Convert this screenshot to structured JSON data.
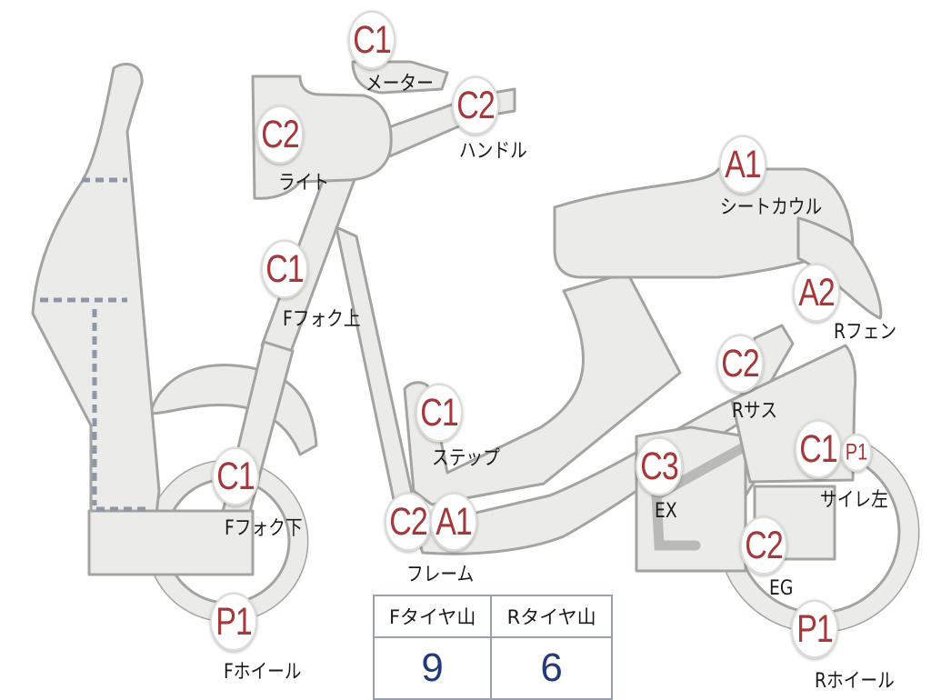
{
  "badges": {
    "meter": "C1",
    "handle": "C2",
    "light": "C2",
    "seat_cowl": "A1",
    "fork_upper": "C1",
    "rear_fender": "A2",
    "rear_suspension": "C2",
    "step": "C1",
    "muffler_left": "C1",
    "muffler_left_p": "P1",
    "exhaust": "C3",
    "fork_lower": "C1",
    "frame_c": "C2",
    "frame_a": "A1",
    "engine": "C2",
    "front_wheel": "P1",
    "rear_wheel": "P1"
  },
  "labels": {
    "meter": "メーター",
    "handle": "ハンドル",
    "light": "ライト",
    "seat_cowl": "シートカウル",
    "fork_upper": "Fフォク上",
    "rear_fender": "Rフェン",
    "rear_suspension": "Rサス",
    "step": "ステップ",
    "muffler_left": "サイレ左",
    "exhaust": "EX",
    "fork_lower": "Fフォク下",
    "frame": "フレーム",
    "engine": "EG",
    "front_wheel": "Fホイール",
    "rear_wheel": "Rホイール"
  },
  "tire_table": {
    "headers": [
      "Fタイヤ山",
      "Rタイヤ山"
    ],
    "values": [
      "9",
      "6"
    ]
  },
  "colors": {
    "part_fill": "#ebebe9",
    "part_outline": "#a3a3a0",
    "badge_text": "#a4383a",
    "table_value": "#233a78",
    "guide_dashes": "#8e97a8"
  }
}
